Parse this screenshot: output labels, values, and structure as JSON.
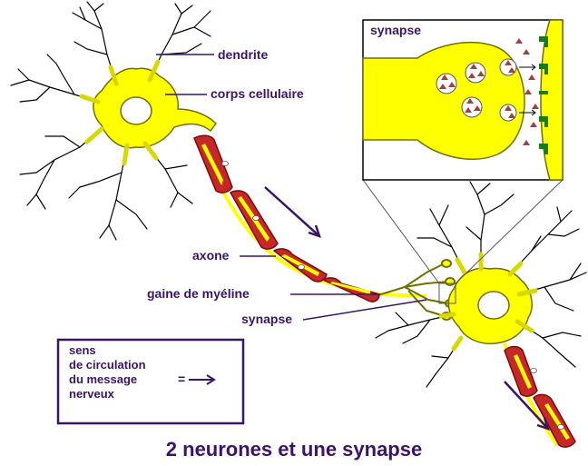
{
  "title": "2 neurones et une synapse",
  "inset": {
    "title": "synapse"
  },
  "labels": {
    "dendrite": "dendrite",
    "cell_body": "corps cellulaire",
    "axon": "axone",
    "myelin": "gaine de myéline",
    "synapse": "synapse"
  },
  "legend": {
    "lines": [
      "sens",
      "de circulation",
      "du message",
      "nerveux"
    ],
    "equals": "="
  },
  "colors": {
    "cell_fill": "#ffff00",
    "outline": "#707000",
    "myelin": "#c62828",
    "myelin_edge": "#7a0a0a",
    "text": "#3b1466",
    "receptor": "#1a7a1a",
    "neurotransmitter": "#a04040",
    "dendrite_line": "#000000"
  }
}
